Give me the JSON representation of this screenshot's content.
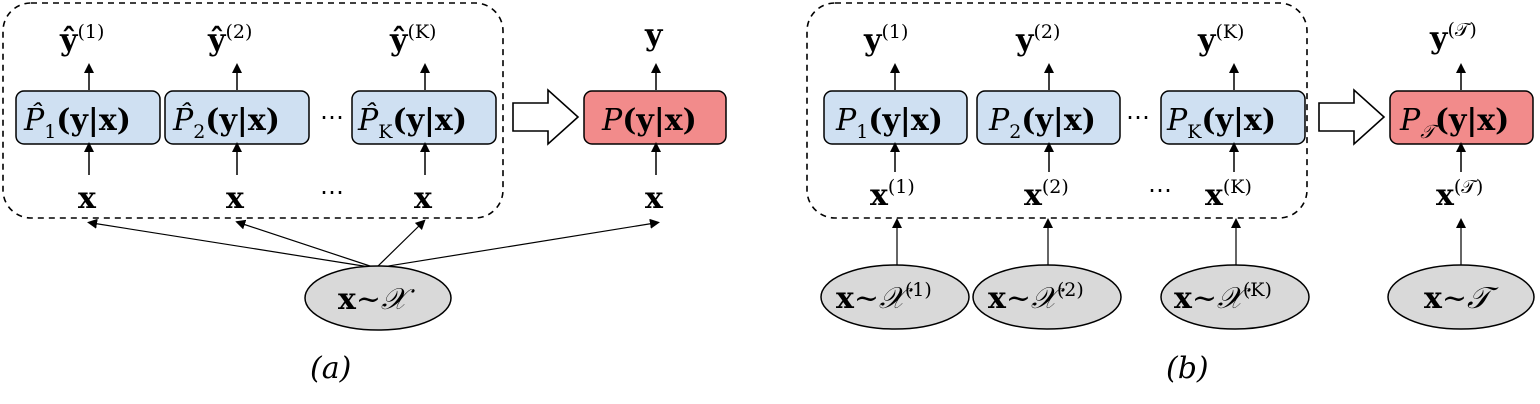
{
  "panel_a": {
    "caption": "(a)",
    "outputs": [
      {
        "base": "ŷ",
        "sup": "(1)"
      },
      {
        "base": "ŷ",
        "sup": "(2)"
      },
      {
        "base": "ŷ",
        "sup": "(K)"
      }
    ],
    "models": [
      {
        "P": "P̂",
        "sub": "1",
        "arg": "(y|x)"
      },
      {
        "P": "P̂",
        "sub": "2",
        "arg": "(y|x)"
      },
      {
        "P": "P̂",
        "sub": "K",
        "arg": "(y|x)"
      }
    ],
    "inputs": [
      "x",
      "x",
      "x"
    ],
    "ellipsis_models": "⋯",
    "ellipsis_inputs": "⋯",
    "target": {
      "output": "y",
      "model_P": "P",
      "model_arg": "(y|x)",
      "input": "x"
    },
    "source": {
      "x": "x",
      "sim": "~",
      "dist": "𝒳"
    },
    "colors": {
      "blue_fill": "#cfe0f2",
      "red_fill": "#f28b8b",
      "gray_fill": "#d9d9d9"
    }
  },
  "panel_b": {
    "caption": "(b)",
    "outputs": [
      {
        "base": "y",
        "sup": "(1)"
      },
      {
        "base": "y",
        "sup": "(2)"
      },
      {
        "base": "y",
        "sup": "(K)"
      }
    ],
    "models": [
      {
        "P": "P",
        "sub": "1",
        "arg": "(y|x)"
      },
      {
        "P": "P",
        "sub": "2",
        "arg": "(y|x)"
      },
      {
        "P": "P",
        "sub": "K",
        "arg": "(y|x)"
      }
    ],
    "inputs": [
      {
        "base": "x",
        "sup": "(1)"
      },
      {
        "base": "x",
        "sup": "(2)"
      },
      {
        "base": "x",
        "sup": "(K)"
      }
    ],
    "ellipsis_models": "⋯",
    "ellipsis_inputs": "⋯",
    "sources": [
      {
        "x": "x",
        "sim": "~",
        "dist": "𝒳",
        "sup": "(1)"
      },
      {
        "x": "x",
        "sim": "~",
        "dist": "𝒳",
        "sup": "(2)"
      },
      {
        "x": "x",
        "sim": "~",
        "dist": "𝒳",
        "sup": "(K)"
      }
    ],
    "target": {
      "output": "y",
      "output_sup": "(𝒯)",
      "model_P": "P",
      "model_sub": "𝒯",
      "model_arg": "(y|x)",
      "input": "x",
      "input_sup": "(𝒯)",
      "source_x": "x",
      "source_sim": "~",
      "source_dist": "𝒯"
    }
  }
}
